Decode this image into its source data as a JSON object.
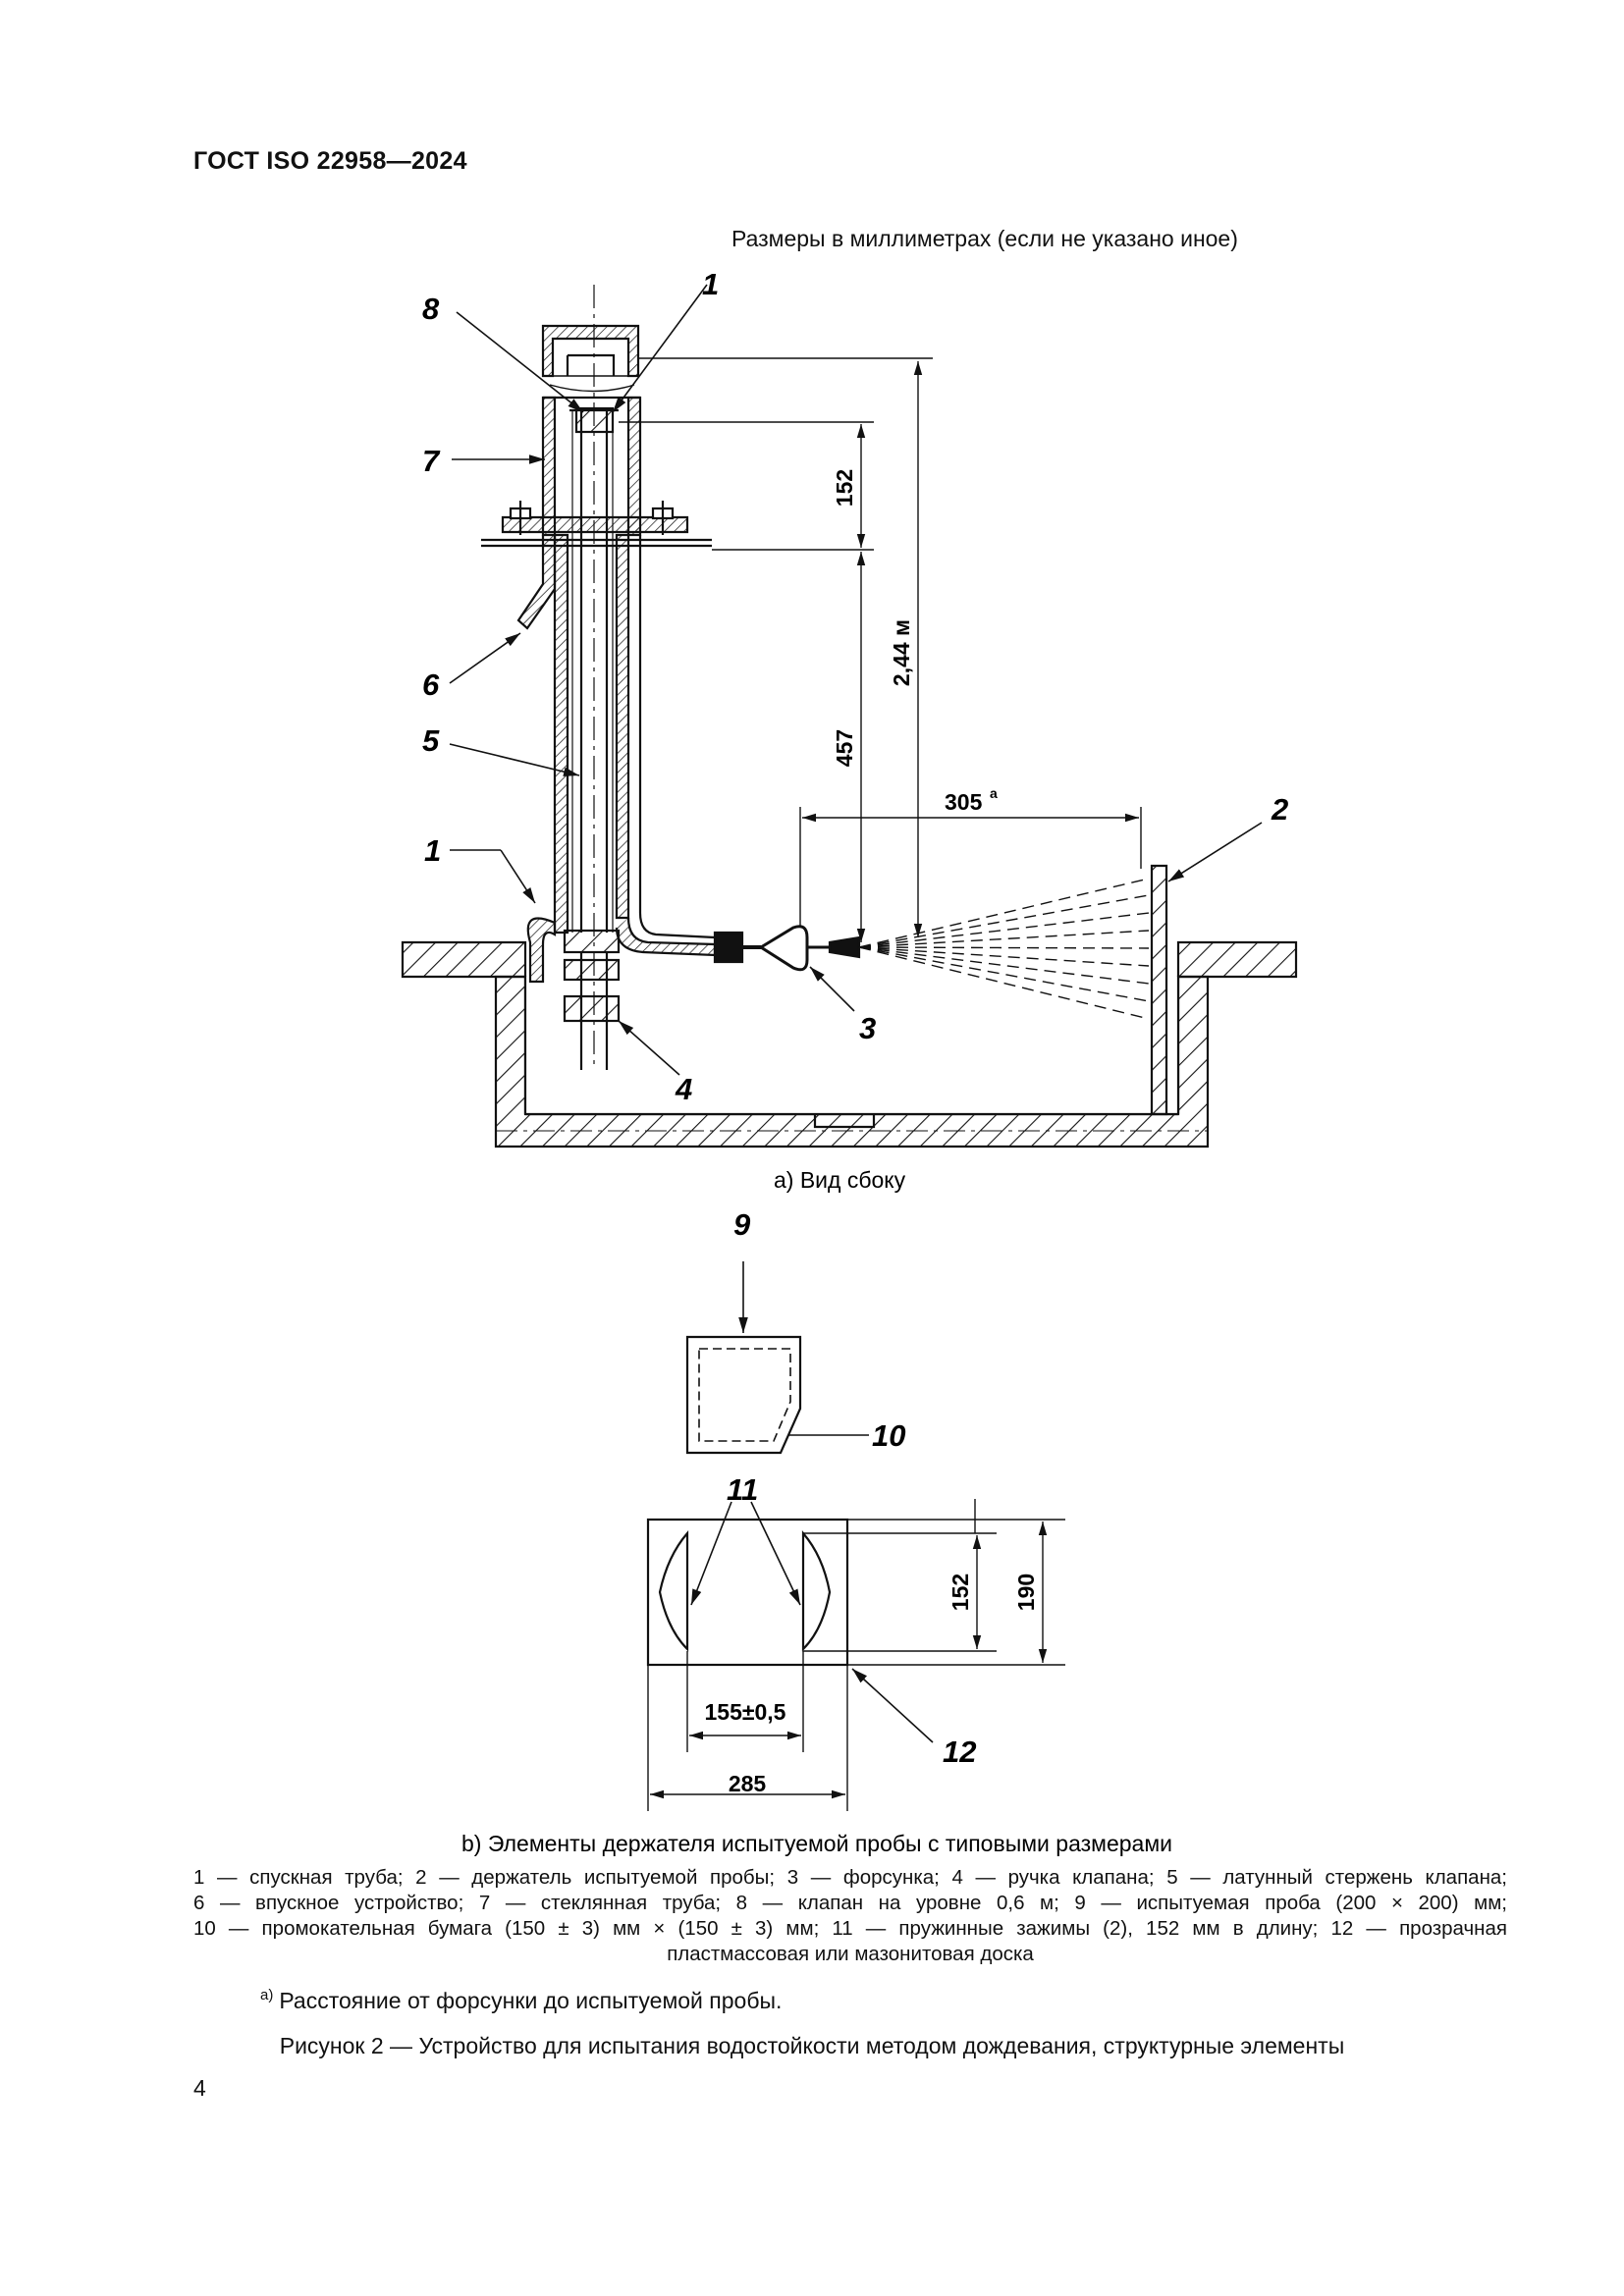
{
  "header": {
    "standard": "ГОСТ ISO 22958—2024"
  },
  "units_note": "Размеры в миллиметрах (если не указано иное)",
  "figure_a": {
    "caption": "a)  Вид сбоку",
    "callouts": [
      "1",
      "2",
      "3",
      "4",
      "5",
      "6",
      "7",
      "8",
      "1"
    ],
    "dimensions": {
      "d152": "152",
      "d457": "457",
      "d244": "2,44 м",
      "d305": "305",
      "d305_sup": "a"
    }
  },
  "figure_b": {
    "caption": "b)  Элементы держателя испытуемой пробы с типовыми размерами",
    "callouts": [
      "9",
      "10",
      "11",
      "12"
    ],
    "dimensions": {
      "d152": "152",
      "d190": "190",
      "d155": "155±0,5",
      "d285": "285"
    }
  },
  "legend": {
    "line1": "1 — спускная труба; 2 — держатель испытуемой пробы; 3 — форсунка; 4 — ручка клапана; 5 — латунный стержень клапана;",
    "line2": "6 — впускное устройство; 7 — стеклянная труба; 8 — клапан на уровне 0,6 м; 9 — испытуемая проба (200 × 200) мм;",
    "line3": "10 — промокательная бумага (150 ± 3) мм × (150 ± 3) мм; 11 — пружинные зажимы (2), 152 мм в длину; 12 — прозрачная",
    "line4": "пластмассовая или мазонитовая доска"
  },
  "footnote": {
    "mark": "a)",
    "text": "Расстояние от форсунки до испытуемой пробы."
  },
  "figure_title": "Рисунок 2 — Устройство для испытания водостойкости методом дождевания, структурные элементы",
  "page_number": "4"
}
